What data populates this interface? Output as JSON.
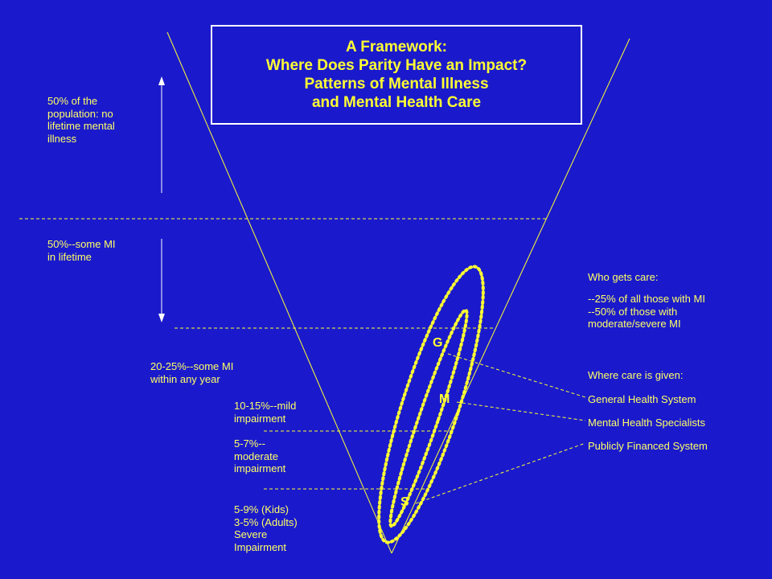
{
  "colors": {
    "background": "#1a1acc",
    "text": "#ffff66",
    "title_text": "#ffff33",
    "title_border": "#ffffff",
    "lines": "#ffff33"
  },
  "title": {
    "line1": "A Framework:",
    "line2": "Where Does Parity Have an Impact?",
    "line3": "Patterns of Mental Illness",
    "line4": "and Mental Health Care"
  },
  "left_labels": {
    "no_mi": [
      "50% of the",
      "population: no",
      "lifetime mental",
      "illness"
    ],
    "some_mi_lifetime": [
      "50%--some MI",
      "in lifetime"
    ],
    "some_mi_year": [
      "20-25%--some MI",
      "within any year"
    ],
    "mild": [
      "10-15%--mild",
      "impairment"
    ],
    "moderate": [
      "5-7%--",
      "moderate",
      "impairment"
    ],
    "severe": [
      "5-9% (Kids)",
      "3-5% (Adults)",
      "Severe",
      "Impairment"
    ]
  },
  "right_labels": {
    "who_gets_care_heading": "Who gets care:",
    "who_gets_care_items": [
      "--25% of all those with MI",
      "--50% of those with",
      "moderate/severe  MI"
    ],
    "where_care_heading": "Where care is given:",
    "where_care_items": [
      "General Health System",
      "Mental Health Specialists",
      "Publicly Financed System"
    ]
  },
  "ellipse_letters": {
    "g": "G",
    "m": "M",
    "s": "S"
  }
}
